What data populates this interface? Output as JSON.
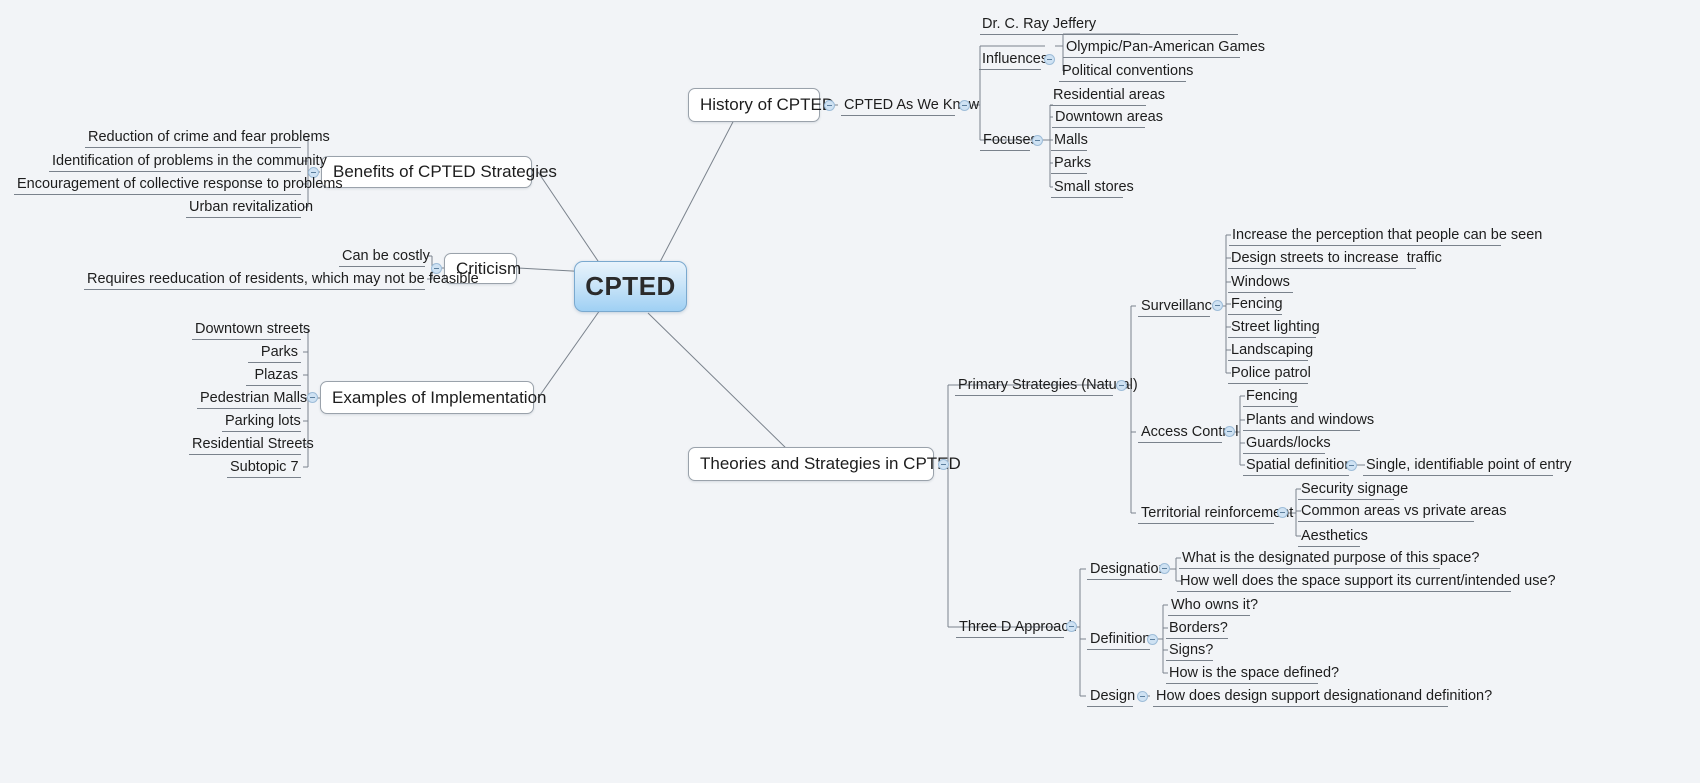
{
  "map": {
    "title": "CPTED",
    "root_label": "CPTED",
    "accent_color": "#9fd0f4",
    "node_border_color": "#9aa2ab",
    "line_color": "#7a828c",
    "background_color": "#f2f4f7",
    "toggle_color": "#cfe2f3"
  },
  "branches": {
    "history": {
      "label": "History of CPTED",
      "child": {
        "label": "CPTED As We Know",
        "groups": [
          {
            "label": "Influences",
            "items": [
              "Dr. C. Ray Jeffery",
              "Olympic/Pan-American Games",
              "Political conventions"
            ]
          },
          {
            "label": "Focuses",
            "items": [
              "Residential areas",
              "Downtown areas",
              "Malls",
              "Parks",
              "Small stores"
            ]
          }
        ]
      }
    },
    "benefits": {
      "label": "Benefits of CPTED Strategies",
      "items": [
        "Reduction of crime and fear problems",
        "Identification of problems in the community",
        "Encouragement of collective response to problems",
        "Urban revitalization"
      ]
    },
    "criticism": {
      "label": "Criticism",
      "items": [
        "Can be costly",
        "Requires reeducation of residents, which may not be feasible"
      ]
    },
    "examples": {
      "label": "Examples of Implementation",
      "items": [
        "Downtown streets",
        "Parks",
        "Plazas",
        "Pedestrian Malls",
        "Parking lots",
        "Residential Streets",
        "Subtopic 7"
      ]
    },
    "theories": {
      "label": "Theories and Strategies in CPTED",
      "primary": {
        "label": "Primary Strategies (Natural)",
        "groups": [
          {
            "label": "Surveillance",
            "items": [
              "Increase the perception that people can be seen",
              "Design streets to increase  traffic",
              "Windows",
              "Fencing",
              "Street lighting",
              "Landscaping",
              "Police patrol"
            ]
          },
          {
            "label": "Access Control",
            "items": [
              "Fencing",
              "Plants and windows",
              "Guards/locks",
              "Spatial definition"
            ],
            "sub": {
              "parent": "Spatial definition",
              "items": [
                "Single, identifiable point of entry"
              ]
            }
          },
          {
            "label": "Territorial reinforcement",
            "items": [
              "Security signage",
              "Common areas vs private areas",
              "Aesthetics"
            ]
          }
        ]
      },
      "threed": {
        "label": "Three D Approach",
        "groups": [
          {
            "label": "Designation",
            "items": [
              "What is the designated purpose of this space?",
              "How well does the space support its current/intended use?"
            ]
          },
          {
            "label": "Definition",
            "items": [
              "Who owns it?",
              "Borders?",
              "Signs?",
              "How is the space defined?"
            ]
          },
          {
            "label": "Design",
            "items": [
              "How does design support designationand definition?"
            ]
          }
        ]
      }
    }
  }
}
